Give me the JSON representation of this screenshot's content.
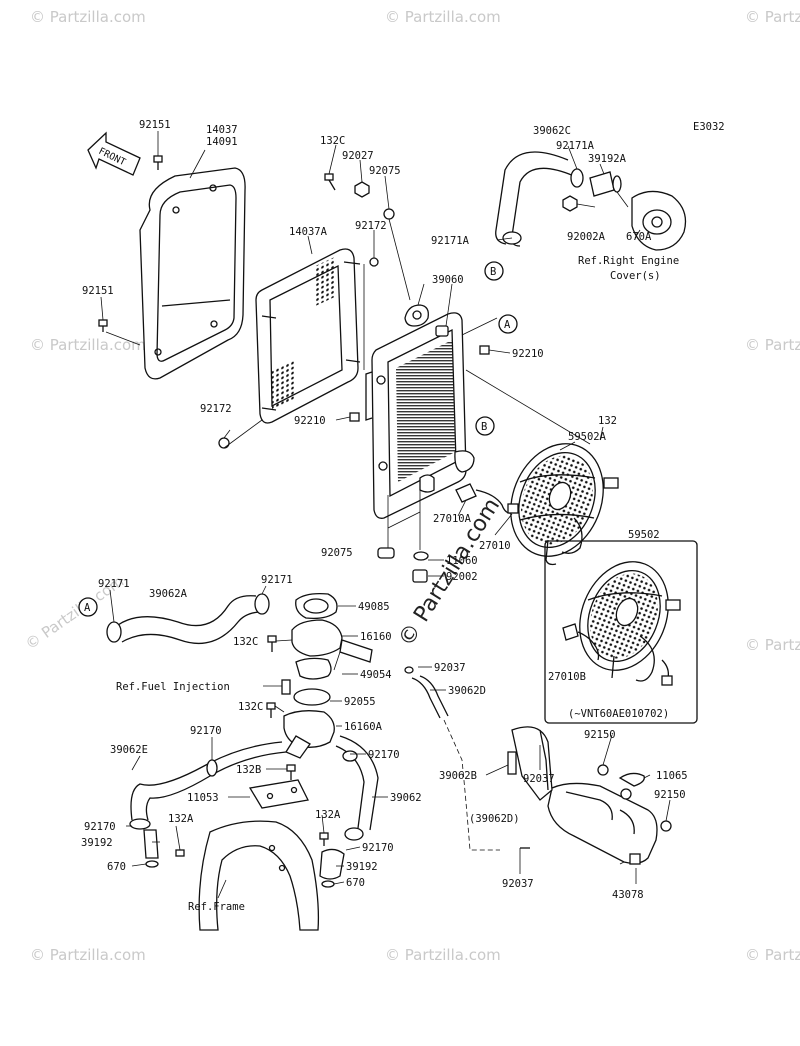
{
  "diagram_code": "E3032",
  "front_label": "FRONT",
  "watermark": "© Partzilla.com",
  "watermark_center": "© Partzilla.com",
  "callouts": [
    "A",
    "B"
  ],
  "inset_note": "(~VNT60AE010702)",
  "parts": {
    "p92151a": "92151",
    "p14037": "14037",
    "p14091": "14091",
    "p132c_top": "132C",
    "p92027": "92027",
    "p92075_top": "92075",
    "p39062c": "39062C",
    "p92171a_top": "92171A",
    "p39192a": "39192A",
    "p14037a": "14037A",
    "p92172_top": "92172",
    "p92171a_mid": "92171A",
    "p92002a": "92002A",
    "p670a": "670A",
    "ref_engine_cover_1": "Ref.Right Engine",
    "ref_engine_cover_2": "Cover(s)",
    "p92151b": "92151",
    "p39060": "39060",
    "p92210_r": "92210",
    "p92172_bot": "92172",
    "p92210_l": "92210",
    "p132": "132",
    "p59502a": "59502A",
    "p27010a": "27010A",
    "p27010": "27010",
    "p59502": "59502",
    "p92075_bot": "92075",
    "p11060": "11060",
    "p92002": "92002",
    "p92171_l": "92171",
    "p39062a": "39062A",
    "p92171_m": "92171",
    "p49085": "49085",
    "p132c_m": "132C",
    "p16160": "16160",
    "p49054": "49054",
    "p27010b": "27010B",
    "p92037_a": "92037",
    "ref_fuel": "Ref.Fuel Injection",
    "p39062d": "39062D",
    "p132c_l": "132C",
    "p92055": "92055",
    "p16160a": "16160A",
    "p92170_a": "92170",
    "p39062e": "39062E",
    "p92170_b": "92170",
    "p92150_a": "92150",
    "p132b": "132B",
    "p39062b": "39062B",
    "p92037_b": "92037",
    "p11065": "11065",
    "p11053": "11053",
    "p39062": "39062",
    "p92150_b": "92150",
    "p92170_c": "92170",
    "p132a_l": "132A",
    "p39062d_paren": "(39062D)",
    "p39192_l": "39192",
    "p132a_r": "132A",
    "p670_l": "670",
    "p92170_d": "92170",
    "p39192_r": "39192",
    "p670_r": "670",
    "p92037_c": "92037",
    "p43078": "43078",
    "ref_frame": "Ref.Frame"
  }
}
